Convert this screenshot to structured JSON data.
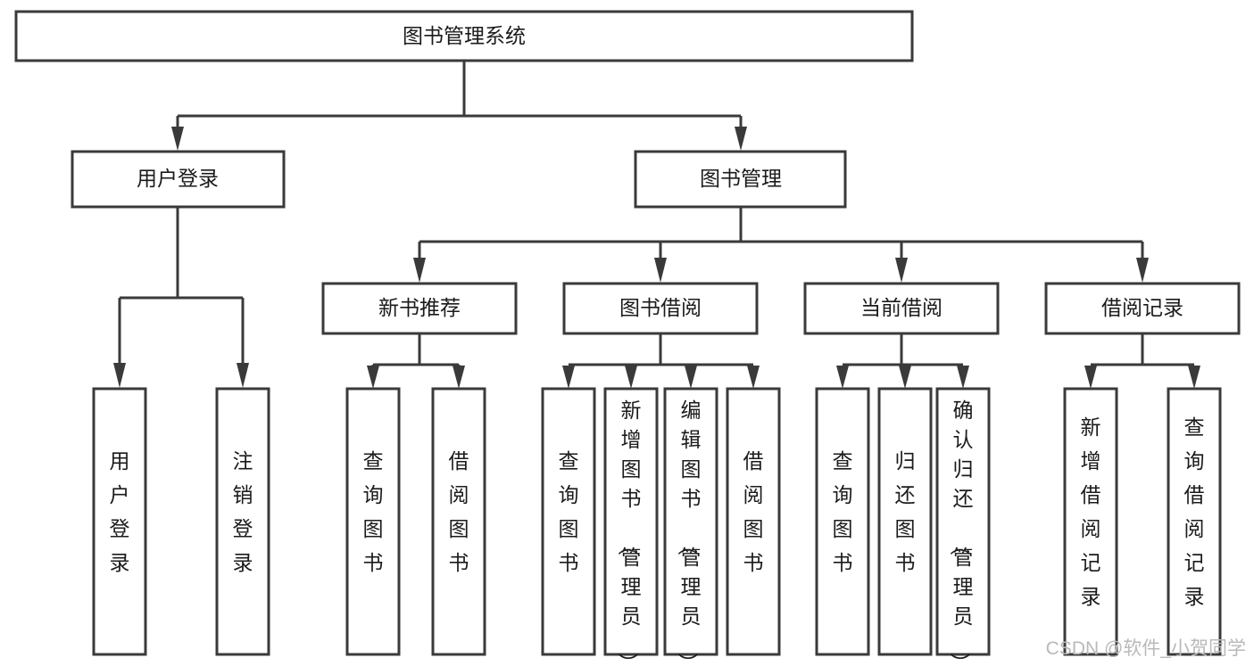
{
  "diagram": {
    "title": "图书管理系统",
    "type": "tree",
    "orientation": "top-down",
    "colors": {
      "box_stroke": "#3a3a3a",
      "box_fill": "#ffffff",
      "text": "#1b1b1b",
      "connector": "#3a3a3a",
      "watermark": "#b9b9b9",
      "background": "#ffffff"
    },
    "root": {
      "label": "图书管理系统"
    },
    "level2": [
      {
        "label": "用户登录"
      },
      {
        "label": "图书管理"
      }
    ],
    "level3": [
      {
        "label": "新书推荐"
      },
      {
        "label": "图书借阅"
      },
      {
        "label": "当前借阅"
      },
      {
        "label": "借阅记录"
      }
    ],
    "leaves": {
      "user_login": [
        {
          "label": "用户登录"
        },
        {
          "label": "注销登录"
        }
      ],
      "new_book_recommend": [
        {
          "label": "查询图书"
        },
        {
          "label": "借阅图书"
        }
      ],
      "book_borrow": [
        {
          "label": "查询图书"
        },
        {
          "label": "新增图书（管理员）"
        },
        {
          "label": "编辑图书（管理员）"
        },
        {
          "label": "借阅图书"
        }
      ],
      "current_borrow": [
        {
          "label": "查询图书"
        },
        {
          "label": "归还图书"
        },
        {
          "label": "确认归还（管理员）"
        }
      ],
      "borrow_record": [
        {
          "label": "新增借阅记录"
        },
        {
          "label": "查询借阅记录"
        }
      ]
    }
  },
  "watermark": {
    "text": "CSDN @软件_小贺同学"
  }
}
